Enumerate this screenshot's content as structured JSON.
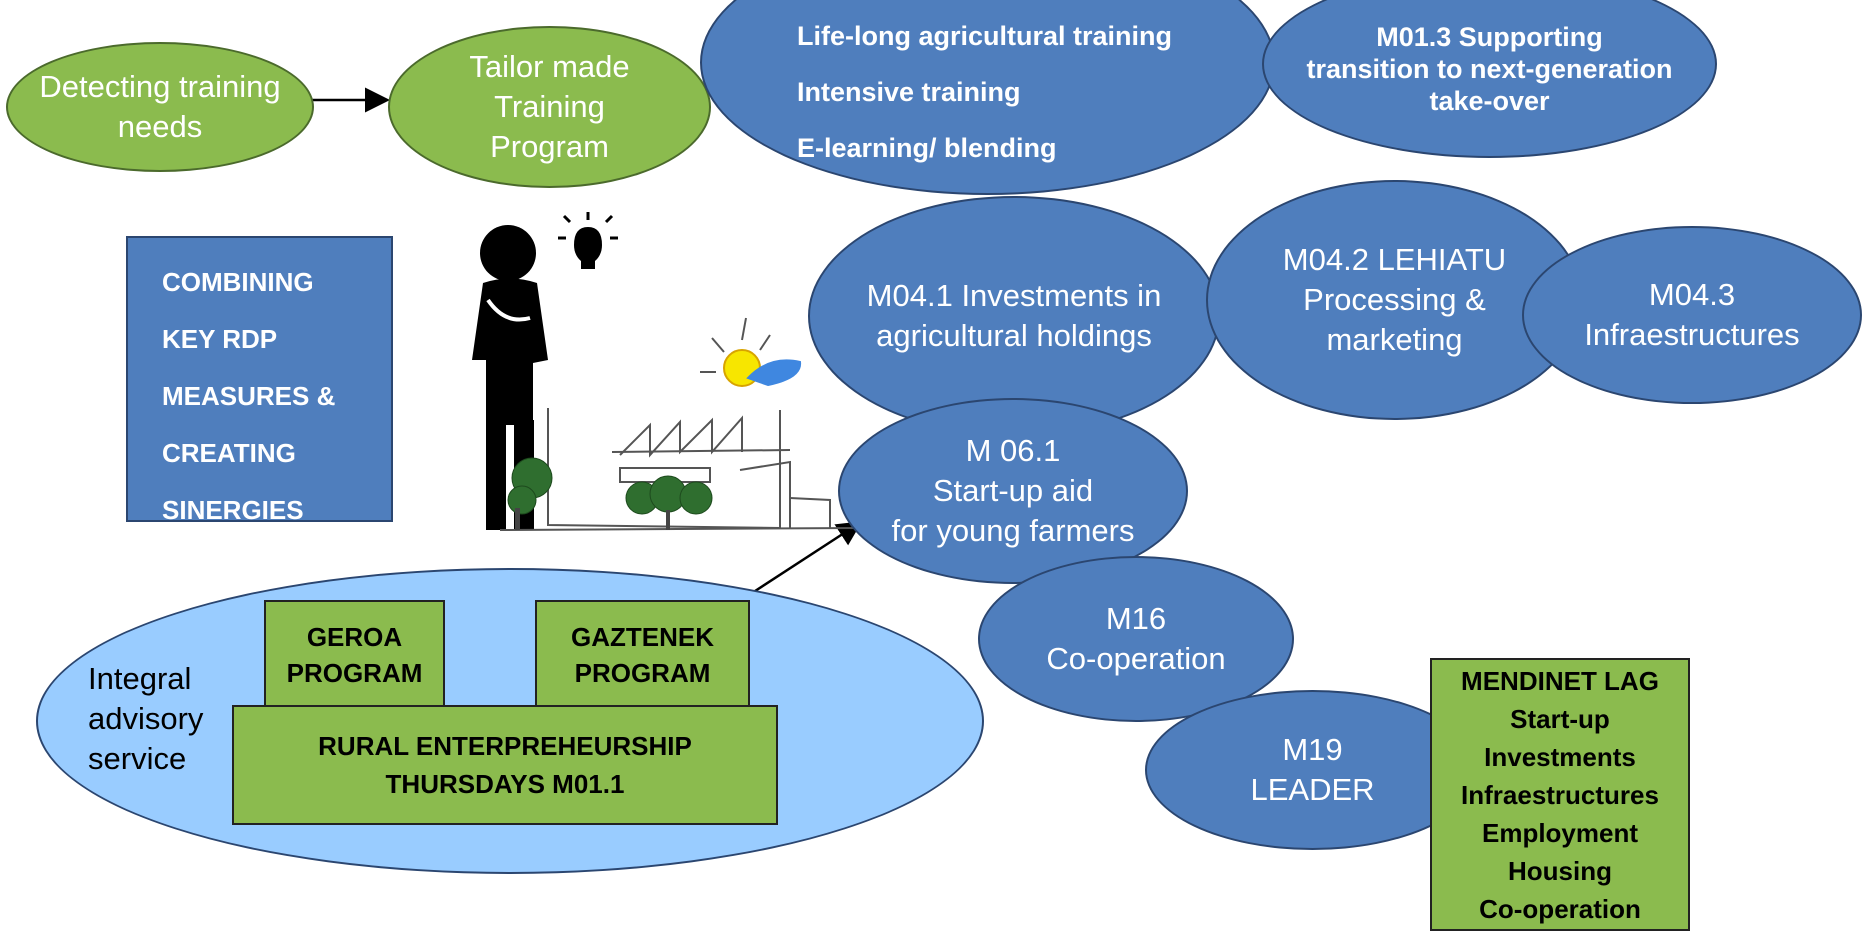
{
  "detect_needs": [
    "Detecting training",
    "needs"
  ],
  "tailor_made": [
    "Tailor made",
    "Training",
    "Program"
  ],
  "training_list": [
    "Life-long agricultural training",
    "Intensive training",
    "E-learning/ blending"
  ],
  "m01_3": [
    "M01.3 Supporting",
    "transition to next-generation",
    "take-over"
  ],
  "combining": [
    "COMBINING",
    "KEY RDP",
    "MEASURES &",
    "CREATING",
    "SINERGIES"
  ],
  "m04_1": [
    "M04.1 Investments in",
    "agricultural holdings"
  ],
  "m04_2": [
    "M04.2 LEHIATU",
    "Processing &",
    "marketing"
  ],
  "m04_3": [
    "M04.3",
    "Infraestructures"
  ],
  "m06_1": [
    "M 06.1",
    "Start-up aid",
    "for young farmers"
  ],
  "m16": [
    "M16",
    "Co-operation"
  ],
  "m19": [
    "M19",
    "LEADER"
  ],
  "mendinet": [
    "MENDINET LAG",
    "Start-up",
    "Investments",
    "Infraestructures",
    "Employment",
    "Housing",
    "Co-operation"
  ],
  "integral": [
    "Integral",
    "advisory",
    "service"
  ],
  "geroa": [
    "GEROA",
    "PROGRAM"
  ],
  "gaztenek": [
    "GAZTENEK",
    "PROGRAM"
  ],
  "rural": [
    "RURAL ENTERPREHEURSHIP",
    "THURSDAYS M01.1"
  ],
  "colors": {
    "green": "#8bbb4e",
    "blue": "#4f7ebd",
    "light_blue": "#99ccff"
  }
}
